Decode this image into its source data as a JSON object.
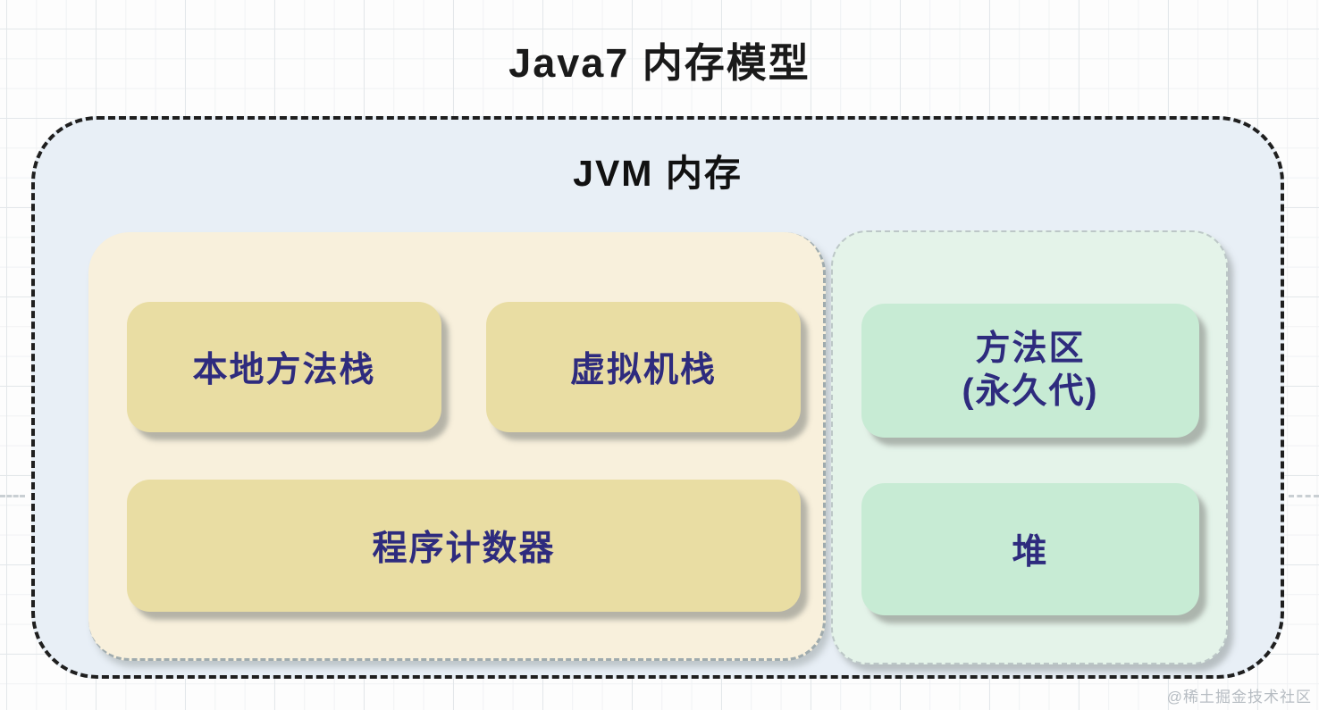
{
  "page": {
    "title": "Java7 内存模型",
    "watermark": "@稀土掘金技术社区"
  },
  "jvm": {
    "label": "JVM 内存",
    "thread_region": {
      "native_stack": "本地方法栈",
      "vm_stack": "虚拟机栈",
      "pc_register": "程序计数器"
    },
    "shared_region": {
      "method_area": "方法区\n(永久代)",
      "heap": "堆"
    }
  },
  "colors": {
    "jvm_bg": "#e8eff6",
    "jvm_border": "#1f1f1f",
    "thread_region_bg": "#f8f0dc",
    "thread_box_bg": "#e9dda3",
    "shared_region_bg": "#e4f3e9",
    "shared_box_bg": "#c7ebd4",
    "label_text": "#2e2b7e",
    "title_text": "#1a1a1a",
    "watermark_text": "#b6bcc2"
  }
}
